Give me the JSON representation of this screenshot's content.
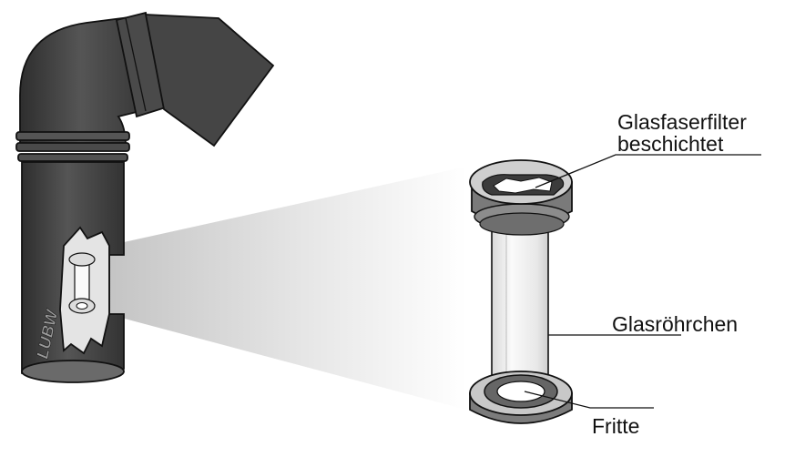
{
  "labels": {
    "filter_line1": "Glasfaserfilter",
    "filter_line2": "beschichtet",
    "tube": "Glasröhrchen",
    "frit": "Fritte",
    "brand": "LUBW"
  },
  "colors": {
    "pipe_dark": "#3a3a3a",
    "pipe_mid": "#4d4d4d",
    "pipe_light": "#5c5c5c",
    "beam_start": "#c8c8c8",
    "glass": "#f0f0f0",
    "outline": "#111111"
  }
}
